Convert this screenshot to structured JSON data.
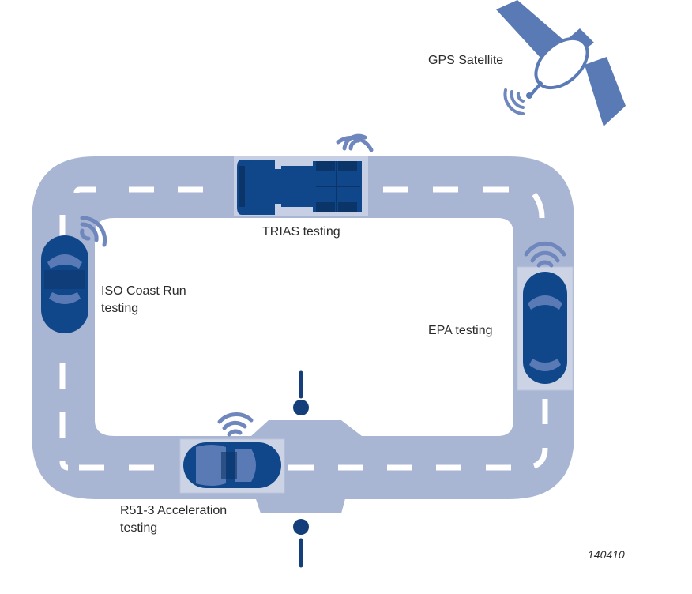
{
  "satellite": {
    "label": "GPS Satellite",
    "icon": "satellite-icon"
  },
  "tests": {
    "trias": {
      "label": "TRIAS testing",
      "vehicle_icon": "truck-icon"
    },
    "iso": {
      "line1": "ISO Coast Run",
      "line2": "testing",
      "vehicle_icon": "car-icon"
    },
    "epa": {
      "label": "EPA testing",
      "vehicle_icon": "car-icon"
    },
    "r51": {
      "line1": "R51-3 Acceleration",
      "line2": "testing",
      "vehicle_icon": "car-icon"
    }
  },
  "figure_code": "140410",
  "colors": {
    "road": "#a8b6d4",
    "road_marking": "#ffffff",
    "vehicle": "#10478a",
    "vehicle_dark": "#0b3468",
    "signal": "#6f87bd",
    "satellite": "#5a7ab5",
    "pedestrian": "#143f7a"
  }
}
